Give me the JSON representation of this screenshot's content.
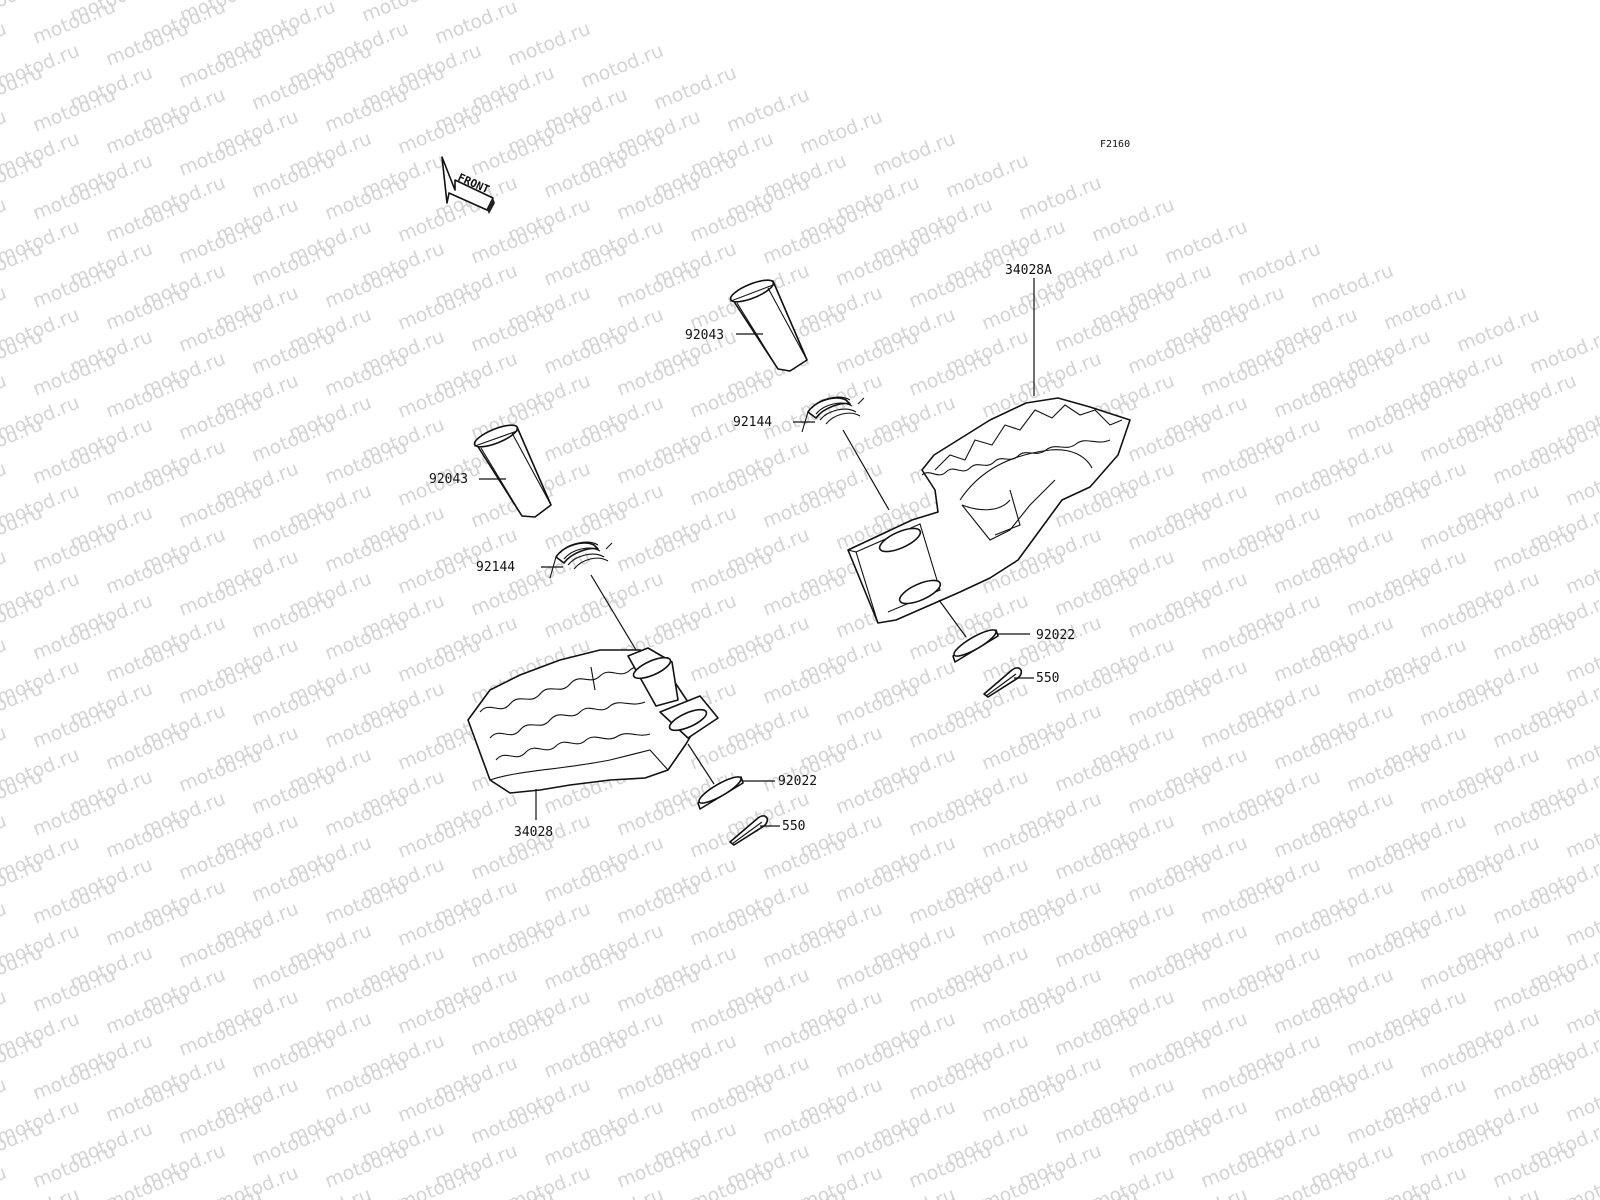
{
  "diagram": {
    "code": "F2160",
    "front_label": "FRONT",
    "watermark_text": "motod.ru",
    "labels": {
      "pin_upper": "92043",
      "pin_lower": "92043",
      "spring_upper": "92144",
      "spring_lower": "92144",
      "footpeg_right": "34028A",
      "footpeg_left": "34028",
      "washer_upper": "92022",
      "washer_lower": "92022",
      "cotter_upper": "550",
      "cotter_lower": "550"
    }
  }
}
